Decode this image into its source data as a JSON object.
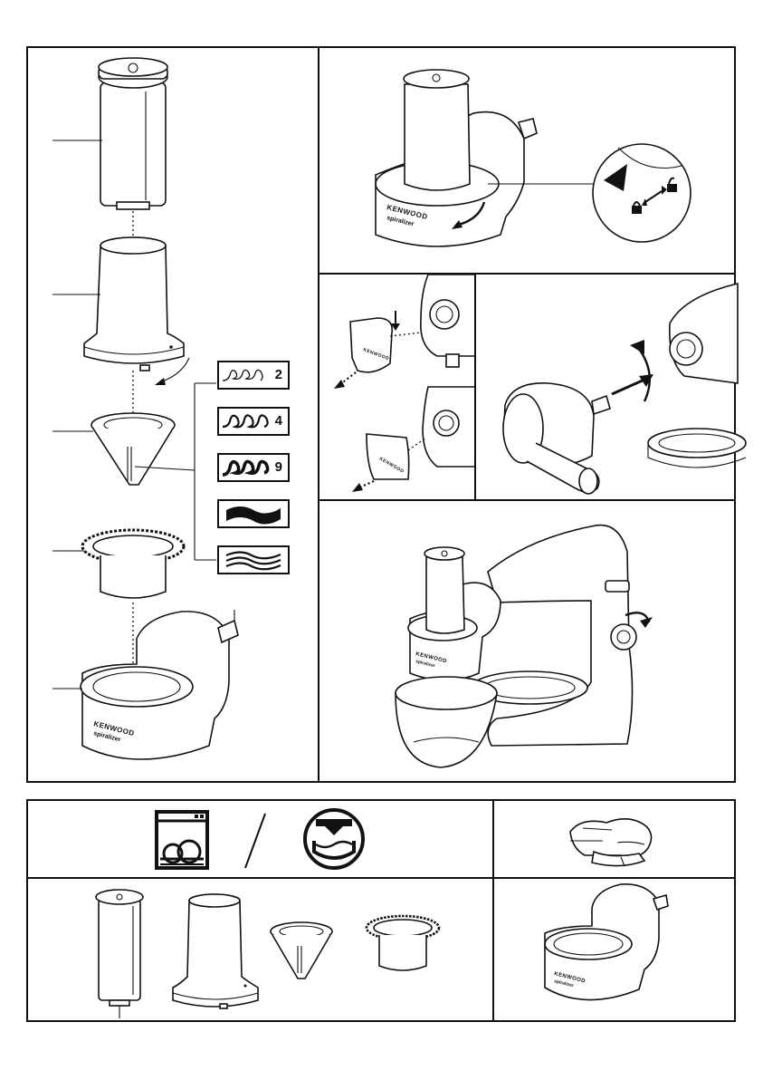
{
  "brand": {
    "name": "KENWOOD",
    "model": "spiralizer"
  },
  "blade_options": [
    {
      "label": "2",
      "icon": "spiral-loose-icon"
    },
    {
      "label": "4",
      "icon": "spiral-medium-icon"
    },
    {
      "label": "9",
      "icon": "spiral-thick-icon"
    },
    {
      "label": "",
      "icon": "ribbon-wave-icon"
    },
    {
      "label": "",
      "icon": "triple-wave-icon"
    }
  ],
  "cleaning": {
    "dishwasher_icon": "dishwasher-icon",
    "top_rack_icon": "top-rack-only-icon",
    "wipe_icon": "wipe-cloth-icon"
  },
  "colors": {
    "line": "#111111",
    "background": "#ffffff",
    "accent_fill": "#111111"
  }
}
